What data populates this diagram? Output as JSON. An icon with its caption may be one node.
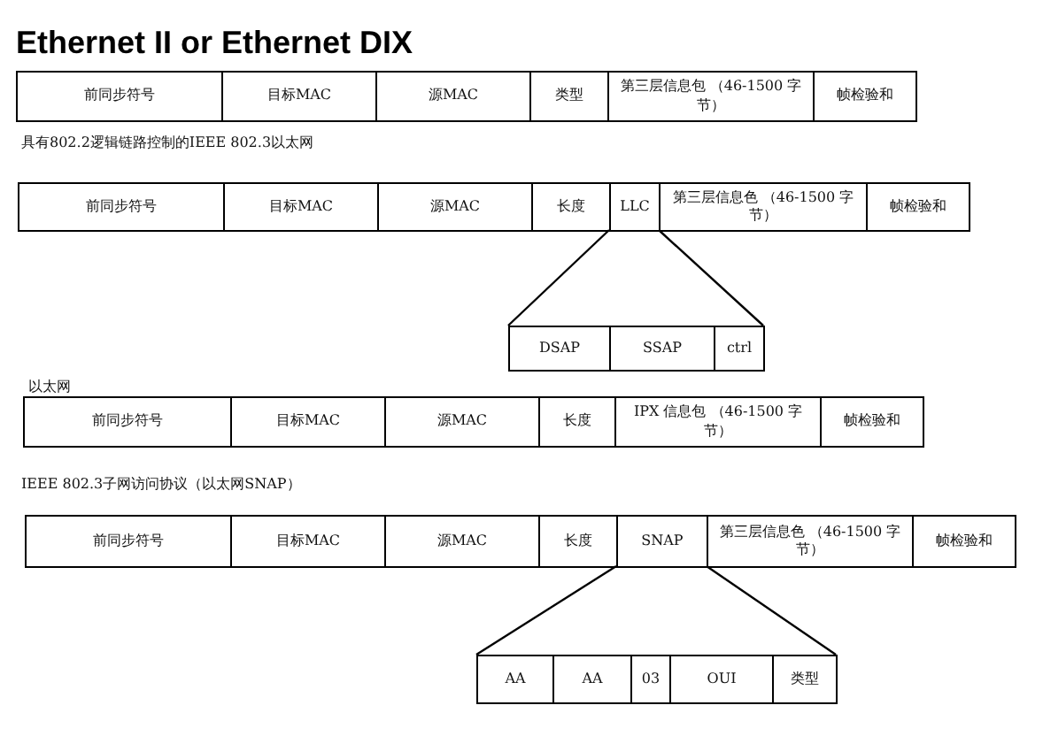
{
  "diagram": {
    "title": "Ethernet II or Ethernet DIX",
    "nodes": [
      {
        "text": [
          "前同步符号"
        ]
      },
      {
        "text": [
          "目标MAC"
        ]
      },
      {
        "text": [
          "源MAC"
        ]
      },
      {
        "text": [
          "类型"
        ]
      },
      {
        "text": [
          "第三层信息包 （46-1500 字节）"
        ]
      },
      {
        "text": [
          "帧检验和"
        ]
      },
      {
        "text": [
          "前同步符号"
        ]
      },
      {
        "text": [
          "目标MAC"
        ]
      },
      {
        "text": [
          "源MAC"
        ]
      },
      {
        "text": [
          "长度"
        ]
      },
      {
        "text": [
          "LLC"
        ]
      },
      {
        "text": [
          "第三层信息色 （46-1500 字节）"
        ]
      },
      {
        "text": [
          "帧检验和"
        ]
      },
      {
        "text": [
          "DSAP"
        ]
      },
      {
        "text": [
          "SSAP"
        ]
      },
      {
        "text": [
          "ctrl"
        ]
      },
      {
        "text": [
          "前同步符号"
        ]
      },
      {
        "text": [
          "目标MAC"
        ]
      },
      {
        "text": [
          "源MAC"
        ]
      },
      {
        "text": [
          "长度"
        ]
      },
      {
        "text": [
          "IPX 信息包 （46-1500 字节）"
        ]
      },
      {
        "text": [
          "帧检验和"
        ]
      },
      {
        "text": [
          "前同步符号"
        ]
      },
      {
        "text": [
          "目标MAC"
        ]
      },
      {
        "text": [
          "源MAC"
        ]
      },
      {
        "text": [
          "长度"
        ]
      },
      {
        "text": [
          "SNAP"
        ]
      },
      {
        "text": [
          "第三层信息色 （46-1500 字节）"
        ]
      },
      {
        "text": [
          "帧检验和"
        ]
      },
      {
        "text": [
          "AA"
        ]
      },
      {
        "text": [
          "AA"
        ]
      },
      {
        "text": [
          "03"
        ]
      },
      {
        "text": [
          "OUI"
        ]
      },
      {
        "text": [
          "类型"
        ]
      }
    ],
    "edges": [
      {
        "from": 10,
        "to": 13,
        "arrow": "none"
      },
      {
        "from": 10,
        "to": 15,
        "arrow": "none"
      },
      {
        "from": 26,
        "to": 29,
        "arrow": "none"
      },
      {
        "from": 26,
        "to": 33,
        "arrow": "none"
      }
    ],
    "labels": [
      "具有802.2逻辑链路控制的IEEE 802.3以太网",
      "以太网",
      "IEEE 802.3子网访问协议（以太网SNAP）"
    ]
  }
}
